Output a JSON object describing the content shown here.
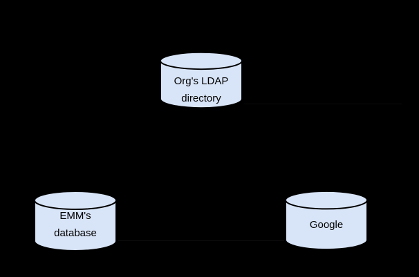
{
  "colors": {
    "background": "#000000",
    "node_fill": "#d8e4f7",
    "node_stroke": "#000000",
    "node_text": "#000000",
    "connector": "#0d0d0d"
  },
  "diagram": {
    "type": "database-topology-diagram",
    "nodes": [
      {
        "id": "org-ldap-directory",
        "shape": "database-cylinder",
        "lines": [
          "Org's LDAP",
          "directory"
        ]
      },
      {
        "id": "emm-database",
        "shape": "database-cylinder",
        "lines": [
          "EMM's",
          "database"
        ]
      },
      {
        "id": "google",
        "shape": "database-cylinder",
        "lines": [
          "Google"
        ]
      }
    ]
  }
}
